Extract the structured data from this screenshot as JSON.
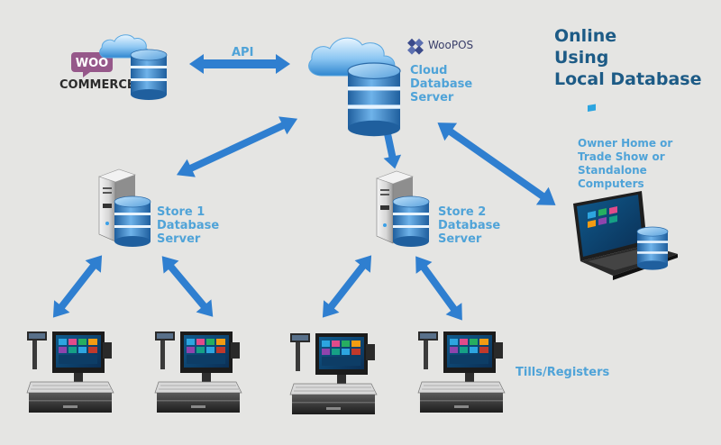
{
  "title": {
    "line1": "Online",
    "line2": "Using",
    "line3": "Local Database"
  },
  "woocommerce": {
    "badge": "WOO",
    "text": "COMMERCE"
  },
  "api_label": "API",
  "woopos_label": "WooPOS",
  "cloud_server": {
    "line1": "Cloud",
    "line2": "Database",
    "line3": "Server"
  },
  "store1": {
    "line1": "Store 1",
    "line2": "Database",
    "line3": "Server"
  },
  "store2": {
    "line1": "Store 2",
    "line2": "Database",
    "line3": "Server"
  },
  "owner": {
    "line1": "Owner Home or",
    "line2": "Trade Show or",
    "line3": "Standalone",
    "line4": "Computers"
  },
  "tills_label": "Tills/Registers",
  "colors": {
    "background": "#e5e5e3",
    "accent": "#2f7fd0",
    "label": "#4fa3d8",
    "title": "#1d5b86",
    "woo_purple": "#96588a"
  },
  "icons": [
    "woocommerce-logo-icon",
    "cloud-icon",
    "database-icon",
    "server-tower-icon",
    "laptop-icon",
    "pos-terminal-icon",
    "woopos-logo-icon",
    "double-arrow-icon"
  ]
}
